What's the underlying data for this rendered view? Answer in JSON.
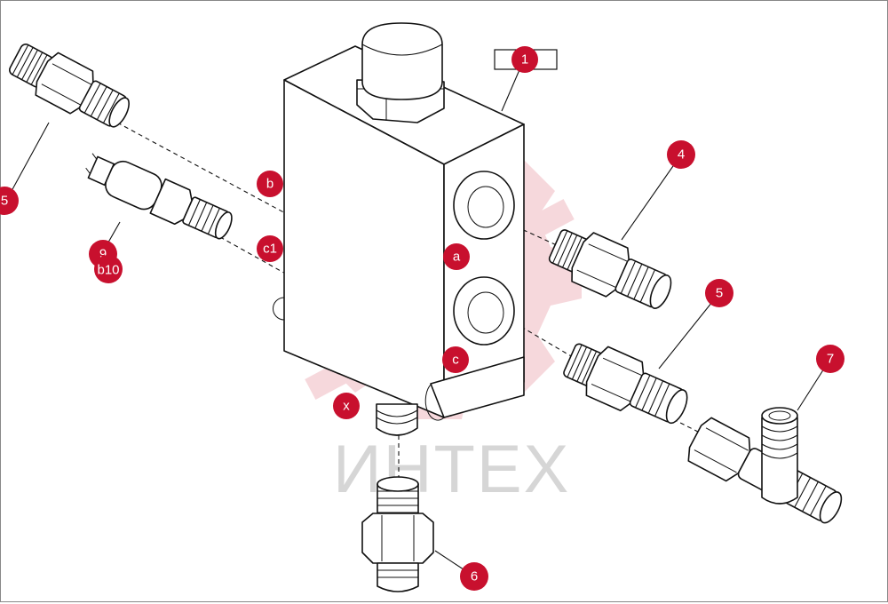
{
  "diagram": {
    "watermark_text": "ИНТЕХ",
    "watermark_color": "#d32f45",
    "callout_color": "#c8102e",
    "callouts": {
      "c1": "1",
      "c4": "4",
      "c5a": "5",
      "c5b": "5",
      "c6": "6",
      "c7": "7",
      "c9": "9",
      "cb": "b",
      "cc1": "c1",
      "ca": "a",
      "cc": "c",
      "cx": "x",
      "cb10": "b10"
    }
  }
}
